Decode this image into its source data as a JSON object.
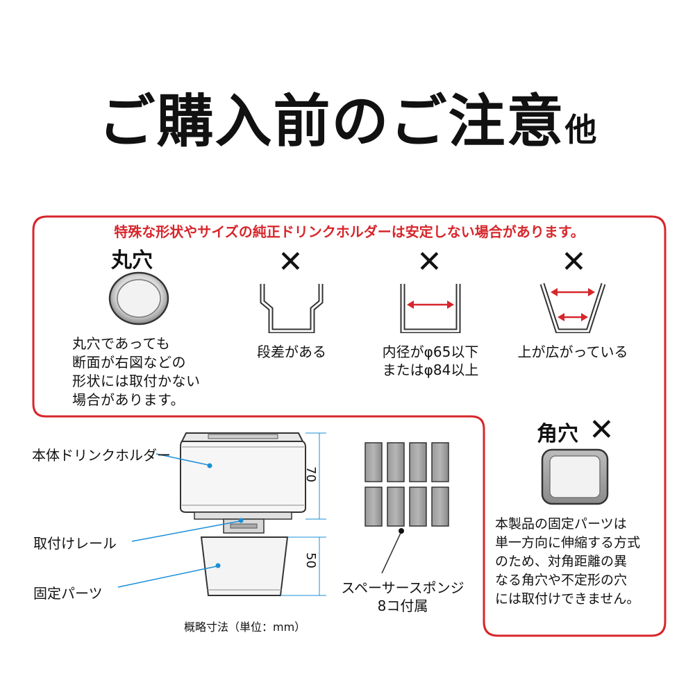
{
  "title": {
    "main": "ご購入前のご注意",
    "suffix": "他"
  },
  "warning": "特殊な形状やサイズの純正ドリンクホルダーは安定しない場合があります。",
  "round_hole": {
    "heading": "丸穴",
    "note": [
      "丸穴であっても",
      "断面が右図などの",
      "形状には取付かない",
      "場合があります。"
    ]
  },
  "shapes": [
    {
      "mark": "✕",
      "caption": [
        "段差がある"
      ]
    },
    {
      "mark": "✕",
      "caption": [
        "内径がφ65以下",
        "またはφ84以上"
      ]
    },
    {
      "mark": "✕",
      "caption": [
        "上が広がっている"
      ]
    }
  ],
  "square_hole": {
    "heading": "角穴",
    "mark": "✕",
    "note": [
      "本製品の固定パーツは",
      "単一方向に伸縮する方式",
      "のため、対角距離の異",
      "なる角穴や不定形の穴",
      "には取付けできません。"
    ]
  },
  "diagram": {
    "label_holder": "本体ドリンクホルダー",
    "label_rail": "取付けレール",
    "label_part": "固定パーツ",
    "dim_top": "70",
    "dim_bottom": "50",
    "caption": "概略寸法（単位：mm）"
  },
  "sponge": {
    "label": [
      "スペーサースポンジ",
      "8コ付属"
    ]
  },
  "colors": {
    "accent": "#d7262b",
    "line": "#1a8fd6",
    "text": "#111111"
  }
}
